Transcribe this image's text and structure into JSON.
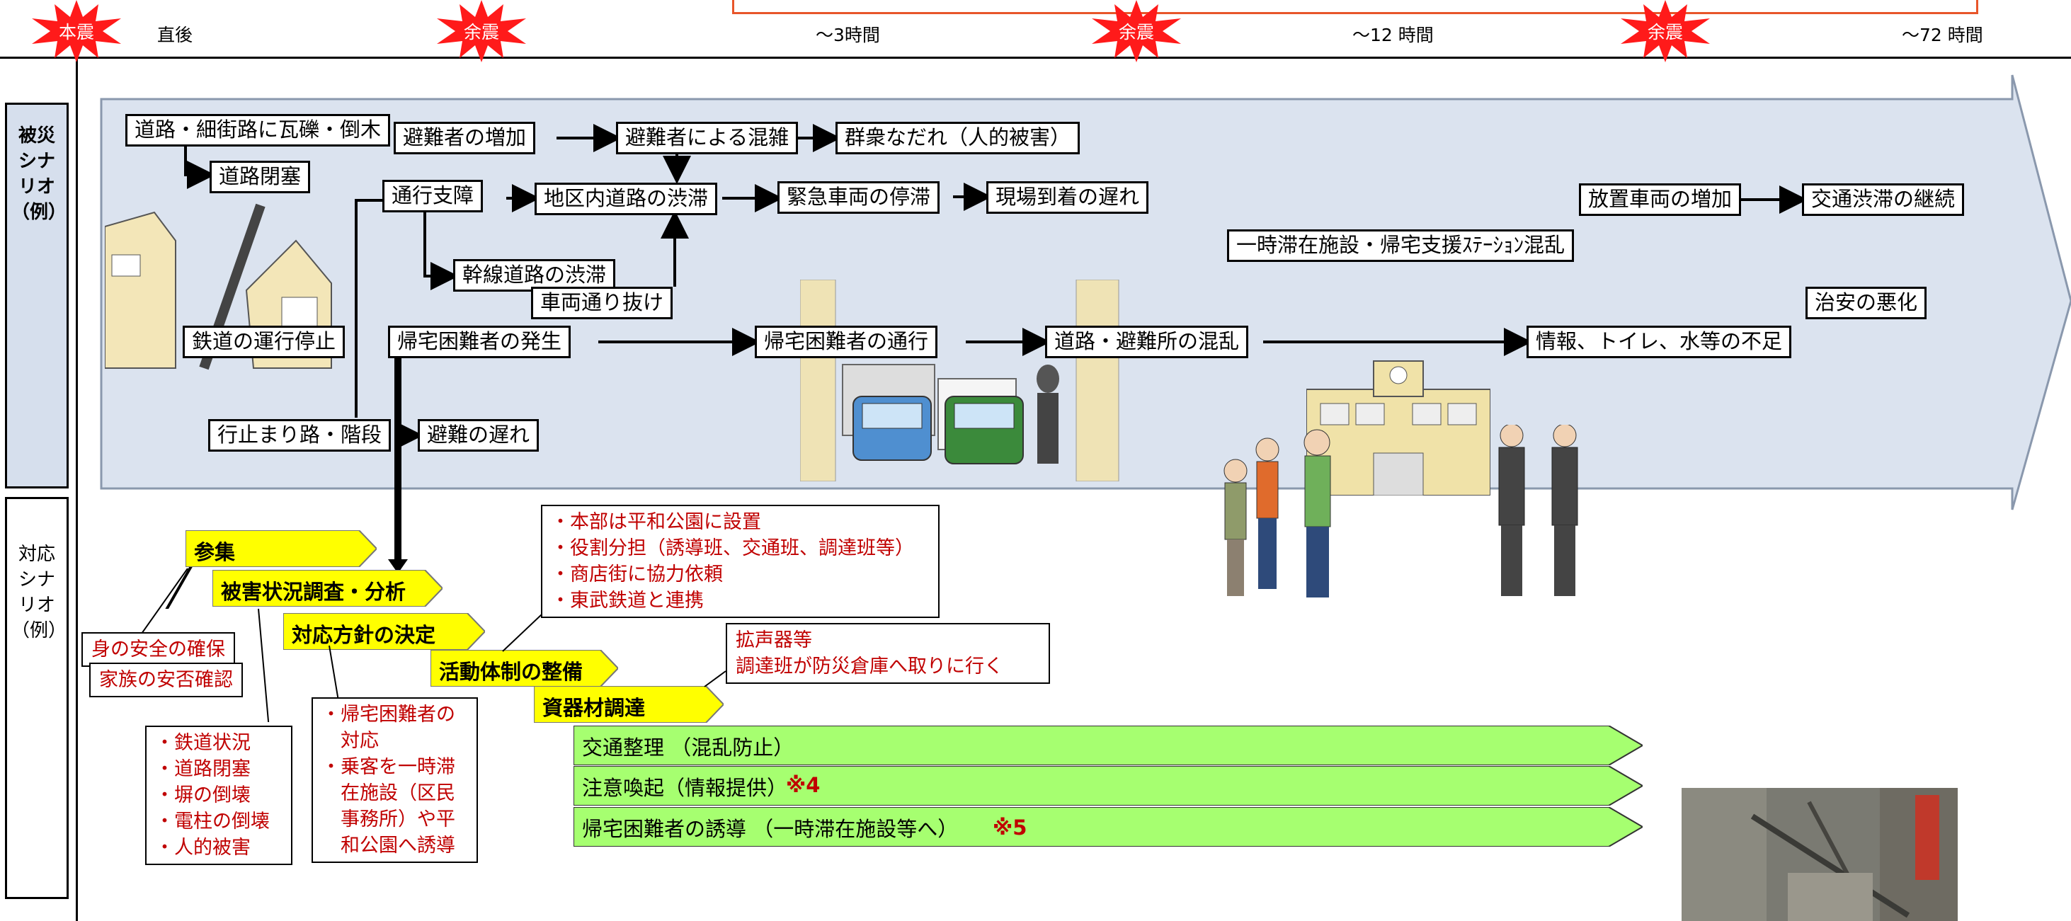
{
  "timeline": {
    "main_quake": "本震",
    "aftershock": "余震",
    "ticks": [
      "直後",
      "～3時間",
      "～12 時間",
      "～72 時間"
    ]
  },
  "side_labels": {
    "damage": "被災シナリオ（例）",
    "response": "対応シナリオ（例）"
  },
  "damage_scenario": {
    "nodes": {
      "rubble": "道路・細街路に瓦礫・倒木",
      "road_block": "道路閉塞",
      "evac_increase": "避難者の増加",
      "evac_congestion": "避難者による混雑",
      "crowd_crush": "群衆なだれ（人的被害）",
      "traffic_obstruct": "通行支障",
      "district_jam": "地区内道路の渋滞",
      "emergency_stall": "緊急車両の停滞",
      "arrival_delay": "現場到着の遅れ",
      "abandoned_cars": "放置車両の増加",
      "traffic_jam_cont": "交通渋滞の継続",
      "shelter_chaos": "一時滞在施設・帰宅支援ｽﾃｰｼｮﾝ混乱",
      "trunk_jam": "幹線道路の渋滞",
      "cut_through": "車両通り抜け",
      "rail_stop": "鉄道の運行停止",
      "stranded_occur": "帰宅困難者の発生",
      "stranded_passage": "帰宅困難者の通行",
      "road_shelter_chaos": "道路・避難所の混乱",
      "shortage": "情報、トイレ、水等の不足",
      "security": "治安の悪化",
      "dead_end": "行止まり路・階段",
      "evac_delay": "避難の遅れ"
    }
  },
  "response_scenario": {
    "steps": [
      "参集",
      "被害状況調査・分析",
      "対応方針の決定",
      "活動体制の整備",
      "資器材調達"
    ],
    "actions": [
      {
        "label": "交通整理 （混乱防止）",
        "mark": ""
      },
      {
        "label": "注意喚起（情報提供）",
        "mark": "※4"
      },
      {
        "label": "帰宅困難者の誘導 （一時滞在施設等へ）",
        "mark": "※5"
      }
    ],
    "safety_1": "身の安全の確保",
    "safety_2": "家族の安否確認",
    "survey_items": [
      "・鉄道状況",
      "・道路閉塞",
      "・塀の倒壊",
      "・電柱の倒壊",
      "・人的被害"
    ],
    "policy_items": [
      "・帰宅困難者の",
      "　対応",
      "・乗客を一時滞",
      "　在施設（区民",
      "　事務所）や平",
      "　和公園へ誘導"
    ],
    "hq_items": [
      "・本部は平和公園に設置",
      "・役割分担（誘導班、交通班、調達班等）",
      "・商店街に協力依頼",
      "・東武鉄道と連携"
    ],
    "equipment_items": [
      "拡声器等",
      "調達班が防災倉庫へ取りに行く"
    ]
  },
  "colors": {
    "quake_red": "#ff1a1a",
    "band_fill": "#dbe3ef",
    "side_fill": "#d6dfed",
    "yellow": "#ffff00",
    "green": "#a6ff70",
    "red_text": "#c00000"
  }
}
